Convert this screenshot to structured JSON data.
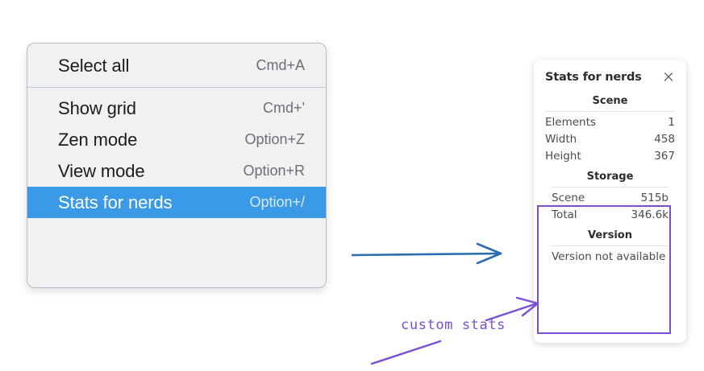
{
  "context_menu": {
    "groups": [
      {
        "items": [
          {
            "label": "Select all",
            "shortcut": "Cmd+A",
            "selected": false
          }
        ]
      },
      {
        "items": [
          {
            "label": "Show grid",
            "shortcut": "Cmd+'",
            "selected": false
          },
          {
            "label": "Zen mode",
            "shortcut": "Option+Z",
            "selected": false
          },
          {
            "label": "View mode",
            "shortcut": "Option+R",
            "selected": false
          },
          {
            "label": "Stats for nerds",
            "shortcut": "Option+/",
            "selected": true
          }
        ]
      }
    ]
  },
  "stats_panel": {
    "title": "Stats for nerds",
    "close_icon": "close-icon",
    "sections": [
      {
        "name": "scene",
        "title": "Scene",
        "rows": [
          {
            "label": "Elements",
            "value": "1"
          },
          {
            "label": "Width",
            "value": "458"
          },
          {
            "label": "Height",
            "value": "367"
          }
        ]
      },
      {
        "name": "storage",
        "title": "Storage",
        "rows": [
          {
            "label": "Scene",
            "value": "515b"
          },
          {
            "label": "Total",
            "value": "346.6k"
          }
        ]
      },
      {
        "name": "version",
        "title": "Version",
        "note": "Version not available"
      }
    ]
  },
  "annotations": {
    "custom_stats_label": "custom stats",
    "blue_arrow_name": "blue-pointer-arrow",
    "purple_arrow_name": "purple-pointer-arrow"
  },
  "colors": {
    "menu_highlight": "#3b9ae8",
    "menu_background": "#f0f1f3",
    "annotation_purple": "#7a4fd6",
    "annotation_blue": "#2b6cb0"
  }
}
